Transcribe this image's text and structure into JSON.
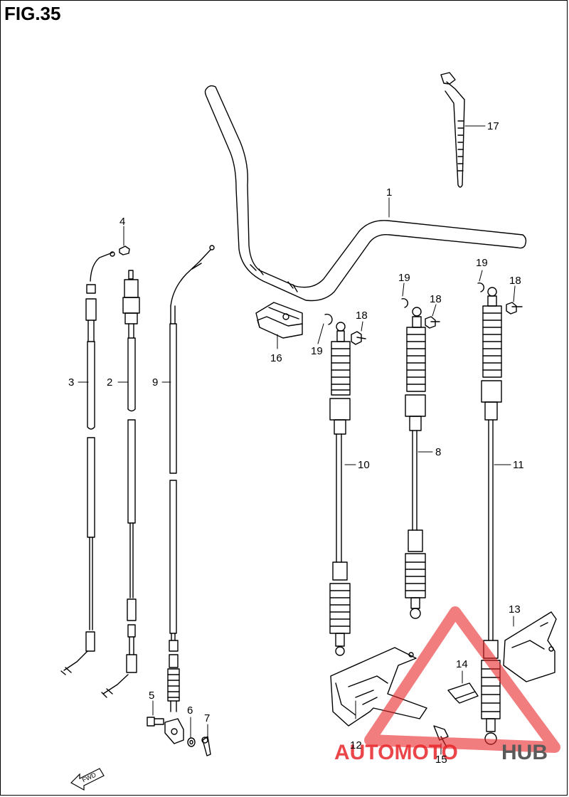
{
  "figure": {
    "title": "FIG.35"
  },
  "parts": [
    {
      "id": "part-1",
      "label": "1"
    },
    {
      "id": "part-2",
      "label": "2"
    },
    {
      "id": "part-3",
      "label": "3"
    },
    {
      "id": "part-4",
      "label": "4"
    },
    {
      "id": "part-5",
      "label": "5"
    },
    {
      "id": "part-6",
      "label": "6"
    },
    {
      "id": "part-7",
      "label": "7"
    },
    {
      "id": "part-8",
      "label": "8"
    },
    {
      "id": "part-9",
      "label": "9"
    },
    {
      "id": "part-10",
      "label": "10"
    },
    {
      "id": "part-11",
      "label": "11"
    },
    {
      "id": "part-12",
      "label": "12"
    },
    {
      "id": "part-13",
      "label": "13"
    },
    {
      "id": "part-14",
      "label": "14"
    },
    {
      "id": "part-15",
      "label": "15"
    },
    {
      "id": "part-16",
      "label": "16"
    },
    {
      "id": "part-17",
      "label": "17"
    },
    {
      "id": "part-18a",
      "label": "18"
    },
    {
      "id": "part-18b",
      "label": "18"
    },
    {
      "id": "part-18c",
      "label": "18"
    },
    {
      "id": "part-19a",
      "label": "19"
    },
    {
      "id": "part-19b",
      "label": "19"
    },
    {
      "id": "part-19c",
      "label": "19"
    }
  ],
  "direction_arrow": {
    "label": "FWD"
  },
  "watermark": {
    "text_left": "AUTOMOTO",
    "text_right": "HUB",
    "color_red": "#e8262a",
    "color_gray": "#5a5a5a"
  }
}
